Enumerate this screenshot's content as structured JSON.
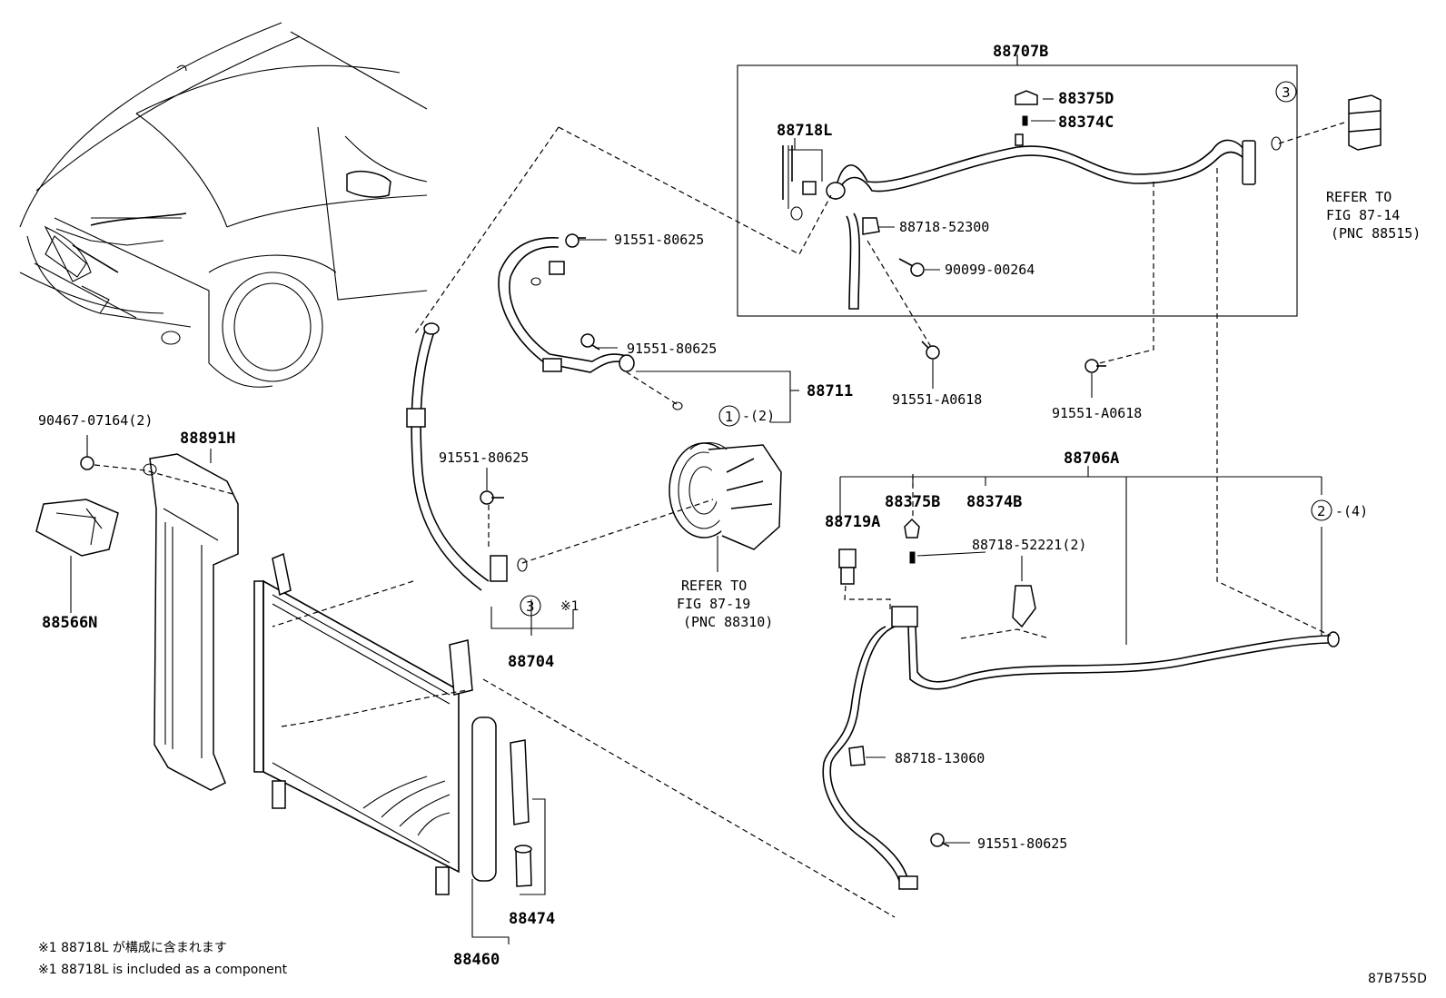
{
  "labels": {
    "p88707B": "88707B",
    "p88375D": "88375D",
    "p88374C": "88374C",
    "p88718L": "88718L",
    "p88718_52300": "88718-52300",
    "p90099_00264": "90099-00264",
    "p91551_a0618_a": "91551-A0618",
    "p91551_a0618_b": "91551-A0618",
    "refer_8714_l1": "REFER TO",
    "refer_8714_l2": "FIG 87-14",
    "refer_8714_l3": "(PNC 88515)",
    "p91551_80625_a": "91551-80625",
    "p91551_80625_b": "91551-80625",
    "p91551_80625_c": "91551-80625",
    "p91551_80625_d": "91551-80625",
    "p88711": "88711",
    "qty_2": "-(2)",
    "p88706A": "88706A",
    "p88375B": "88375B",
    "p88374B": "88374B",
    "p88719A": "88719A",
    "p88718_52221": "88718-52221(2)",
    "qty_4": "-(4)",
    "refer_8719_l1": "REFER TO",
    "refer_8719_l2": "FIG 87-19",
    "refer_8719_l3": "(PNC 88310)",
    "p88704": "88704",
    "ref_mark": "※1",
    "p90467_07164": "90467-07164(2)",
    "p88891H": "88891H",
    "p88566N": "88566N",
    "p88718_13060": "88718-13060",
    "p88474": "88474",
    "p88460": "88460",
    "circle_1": "1",
    "circle_2": "2",
    "circle_3a": "3",
    "circle_3b": "3",
    "note_jp": "※1 88718L が構成に含まれます",
    "note_en": "※1 88718L  is included as a component",
    "fig_id": "87B755D"
  }
}
